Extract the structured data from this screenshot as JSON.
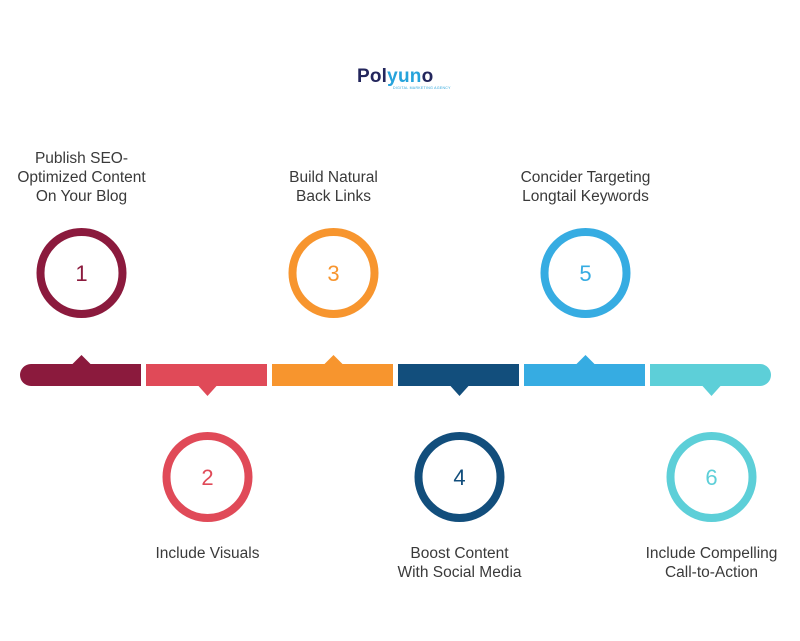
{
  "logo": {
    "brand_main": "Pol",
    "brand_accent": "yun",
    "brand_end": "o",
    "tagline": "DIGITAL MARKETING AGENCY"
  },
  "steps": [
    {
      "number": "1",
      "label": "Publish SEO-\nOptimized Content\nOn Your Blog",
      "color": "#8b1a3d",
      "position": "top"
    },
    {
      "number": "2",
      "label": "Include Visuals",
      "color": "#e04a58",
      "position": "bottom"
    },
    {
      "number": "3",
      "label": "Build Natural\nBack Links",
      "color": "#f7952e",
      "position": "top"
    },
    {
      "number": "4",
      "label": "Boost Content\nWith Social Media",
      "color": "#124e7c",
      "position": "bottom"
    },
    {
      "number": "5",
      "label": "Concider Targeting\nLongtail Keywords",
      "color": "#36ace2",
      "position": "top"
    },
    {
      "number": "6",
      "label": "Include Compelling\nCall-to-Action",
      "color": "#5dcfd8",
      "position": "bottom"
    }
  ]
}
